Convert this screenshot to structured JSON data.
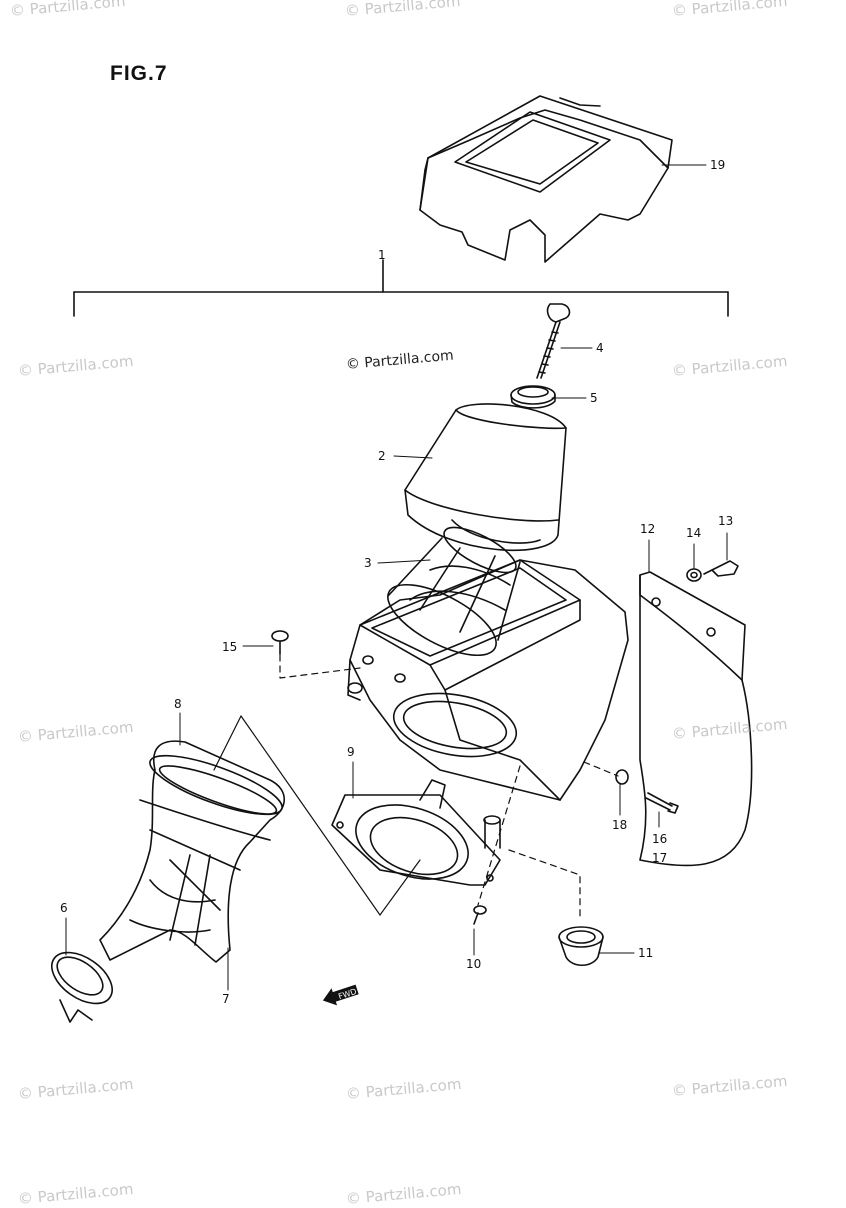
{
  "figure": {
    "title": "FIG.7"
  },
  "watermarks": [
    "© Partzilla.com",
    "© Partzilla.com",
    "© Partzilla.com",
    "© Partzilla.com",
    "© Partzilla.com",
    "© Partzilla.com",
    "© Partzilla.com",
    "© Partzilla.com",
    "© Partzilla.com",
    "© Partzilla.com",
    "© Partzilla.com",
    "© Partzilla.com",
    "© Partzilla.com"
  ],
  "callouts": {
    "p1": "1",
    "p2": "2",
    "p3": "3",
    "p4": "4",
    "p5": "5",
    "p6": "6",
    "p7": "7",
    "p8": "8",
    "p9": "9",
    "p10": "10",
    "p11": "11",
    "p12": "12",
    "p13": "13",
    "p14": "14",
    "p15": "15",
    "p16": "16",
    "p17": "17",
    "p18": "18",
    "p19": "19"
  },
  "fwd_label": "FWD"
}
